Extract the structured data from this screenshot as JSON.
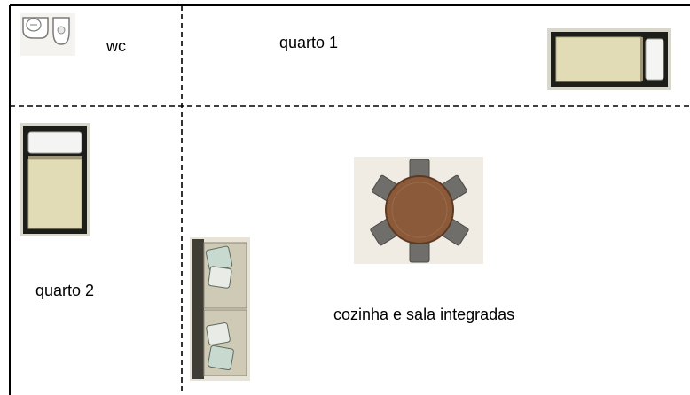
{
  "rooms": {
    "wc": "wc",
    "quarto1": "quarto 1",
    "quarto2": "quarto 2",
    "cozinha_sala": "cozinha e sala integradas"
  },
  "colors": {
    "wall": "#000000",
    "partition": "#000000",
    "bed_mattress": "#e2dcb6",
    "pillow": "#f4f4f2",
    "table": "#8a5a3a",
    "chair": "#6f6e6b",
    "sofa": "#cfcab5",
    "tile_bg": "#f1ece3"
  }
}
